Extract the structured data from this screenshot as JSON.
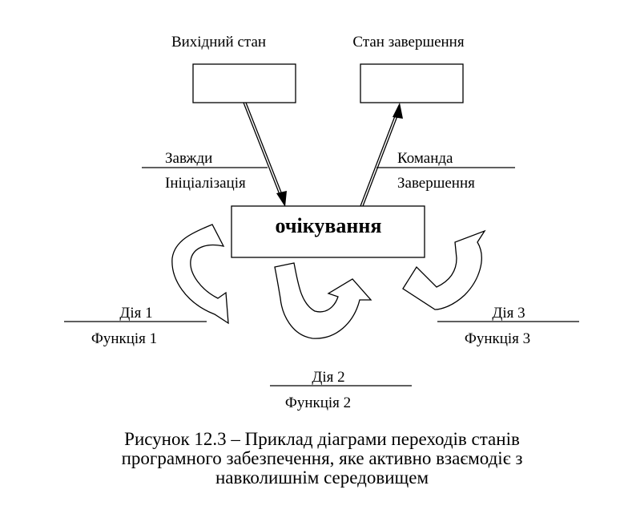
{
  "diagram": {
    "states": {
      "initial": {
        "label": "Вихідний стан"
      },
      "final": {
        "label": "Стан завершення"
      },
      "waiting": {
        "label": "очікування"
      }
    },
    "transitions": {
      "enter": {
        "condition": "Завжди",
        "action": "Ініціалізація"
      },
      "exit": {
        "condition": "Команда",
        "action": "Завершення"
      },
      "loop1": {
        "condition": "Дія 1",
        "action": "Функція 1"
      },
      "loop2": {
        "condition": "Дія 2",
        "action": "Функція 2"
      },
      "loop3": {
        "condition": "Дія 3",
        "action": "Функція 3"
      }
    }
  },
  "caption": {
    "line1": "Рисунок 12.3 – Приклад діаграми переходів станів",
    "line2": "програмного забезпечення, яке активно взаємодіє з",
    "line3": "навколишнім середовищем"
  }
}
